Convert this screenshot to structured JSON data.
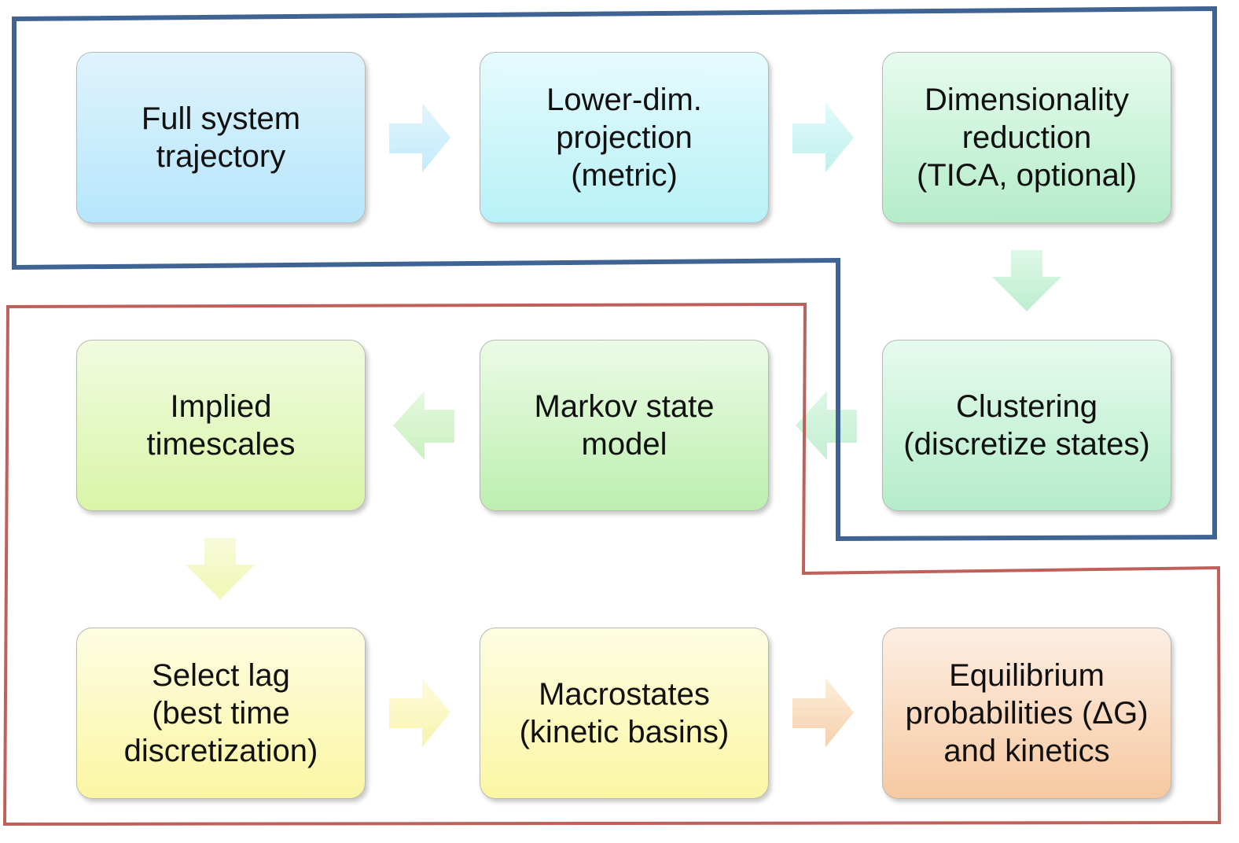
{
  "boxes": {
    "full_system_trajectory": "Full system\ntrajectory",
    "lower_dim_projection": "Lower-dim.\nprojection\n(metric)",
    "dimensionality_reduction": "Dimensionality\nreduction\n(TICA, optional)",
    "clustering": "Clustering\n(discretize states)",
    "markov_state_model": "Markov state\nmodel",
    "implied_timescales": "Implied\ntimescales",
    "select_lag": "Select lag\n(best time\ndiscretization)",
    "macrostates": "Macrostates\n(kinetic basins)",
    "equilibrium": "Equilibrium\nprobabilities (ΔG)\nand kinetics"
  },
  "colors": {
    "blue_outline": "#3f6494",
    "red_outline": "#c0605a"
  }
}
